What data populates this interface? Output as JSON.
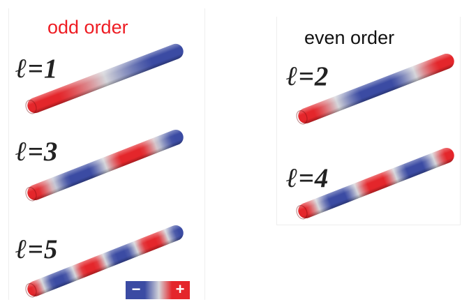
{
  "colors": {
    "negative": "#3b4ba3",
    "positive": "#e4262b",
    "neutral": "#d5d5da",
    "odd_heading": "#ee1c23",
    "even_heading": "#111111",
    "label": "#222222"
  },
  "odd_order": {
    "heading": "odd order",
    "modes": [
      {
        "label": "ℓ=1",
        "order": 1
      },
      {
        "label": "ℓ=3",
        "order": 3
      },
      {
        "label": "ℓ=5",
        "order": 5
      }
    ]
  },
  "even_order": {
    "heading": "even order",
    "modes": [
      {
        "label": "ℓ=2",
        "order": 2
      },
      {
        "label": "ℓ=4",
        "order": 4
      }
    ]
  },
  "legend": {
    "minus_label": "−",
    "plus_label": "+"
  }
}
